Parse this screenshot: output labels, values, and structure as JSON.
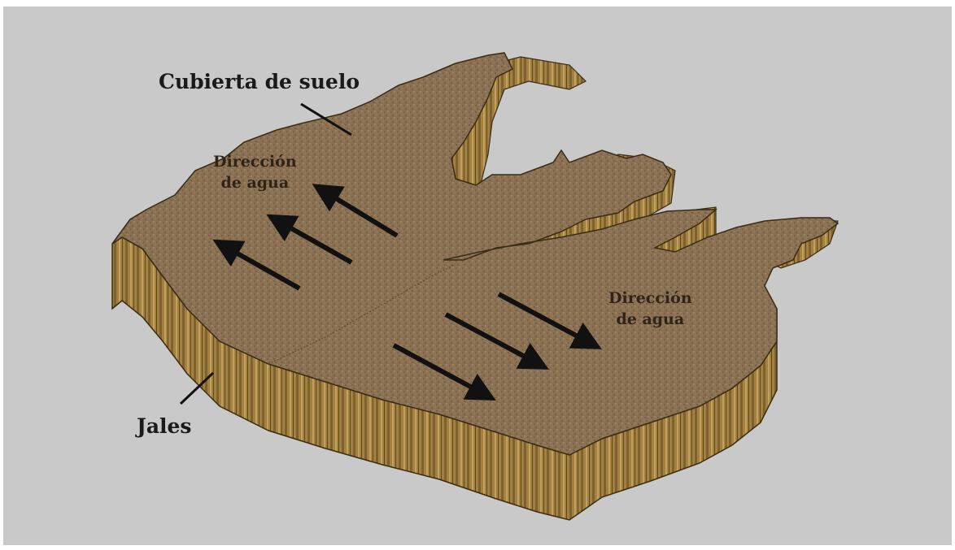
{
  "labels": {
    "soil_cover": "Cubierta de suelo",
    "tailings": "Jales",
    "water_direction_left_line1": "Dirección",
    "water_direction_left_line2": "de agua",
    "water_direction_right_line1": "Dirección",
    "water_direction_right_line2": "de agua"
  },
  "colors": {
    "background": "#c9c9c9",
    "soil_surface": "#8c7254",
    "tailings_wall": "#a0803c",
    "arrow": "#111111"
  }
}
